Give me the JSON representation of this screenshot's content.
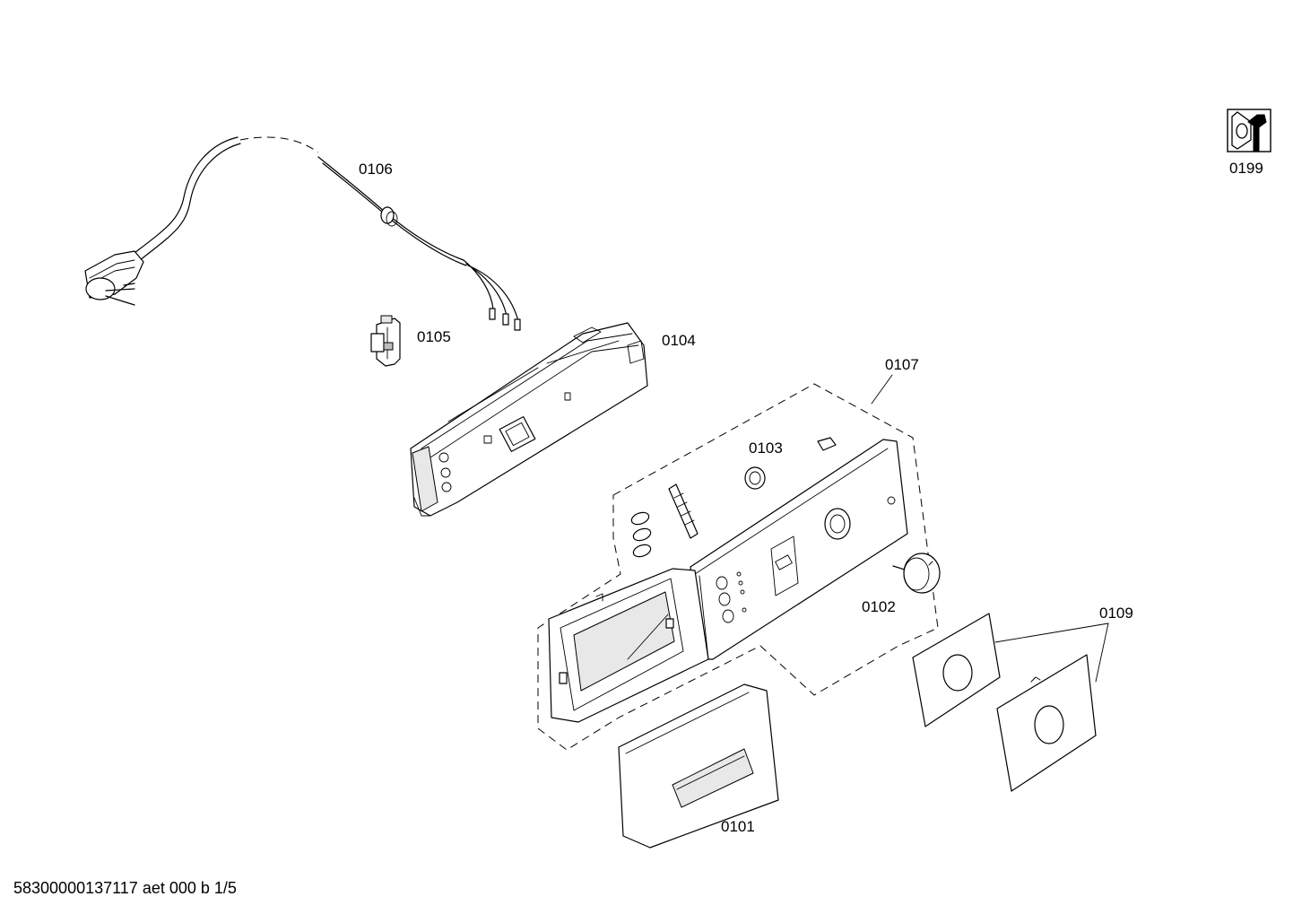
{
  "footer": {
    "document_code": "58300000137117 aet 000 b 1/5"
  },
  "parts": {
    "p0101": "0101",
    "p0102": "0102",
    "p0103": "0103",
    "p0104": "0104",
    "p0105": "0105",
    "p0106": "0106",
    "p0107": "0107",
    "p0109": "0109",
    "p0199": "0199"
  },
  "icons": {
    "tool_icon": "nut-and-wrench-icon"
  }
}
